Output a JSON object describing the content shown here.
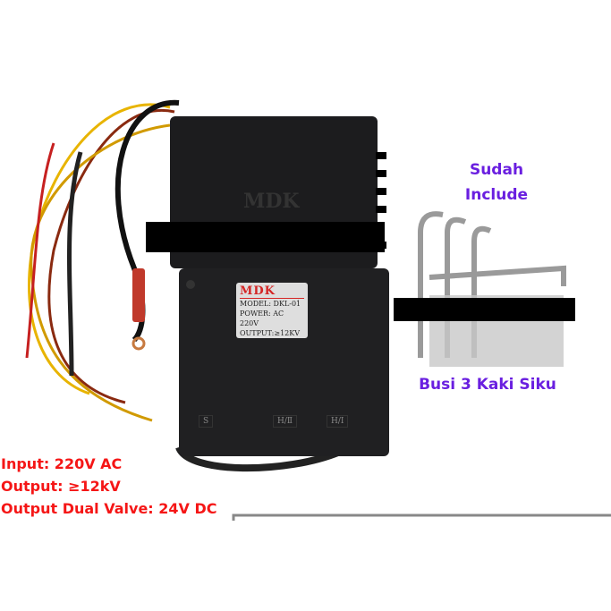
{
  "product": {
    "box_brand": "MDK",
    "label": {
      "brand": "MDK",
      "model": "MODEL: DKL-01",
      "power": "POWER: AC 220V",
      "output": "OUTPUT:≥12KV"
    },
    "terminals": [
      "S",
      "H/Ⅱ",
      "H/Ⅰ"
    ]
  },
  "specs": [
    "Input: 220V AC",
    "Output:  ≥12kV",
    "Output Dual Valve: 24V DC"
  ],
  "accessory": {
    "line1": "Sudah",
    "line2": "Include",
    "caption": "Busi 3 Kaki Siku"
  },
  "colors": {
    "spec_text": "#f51616",
    "accessory_text": "#6a1fe0",
    "device": "#1c1c1e"
  }
}
